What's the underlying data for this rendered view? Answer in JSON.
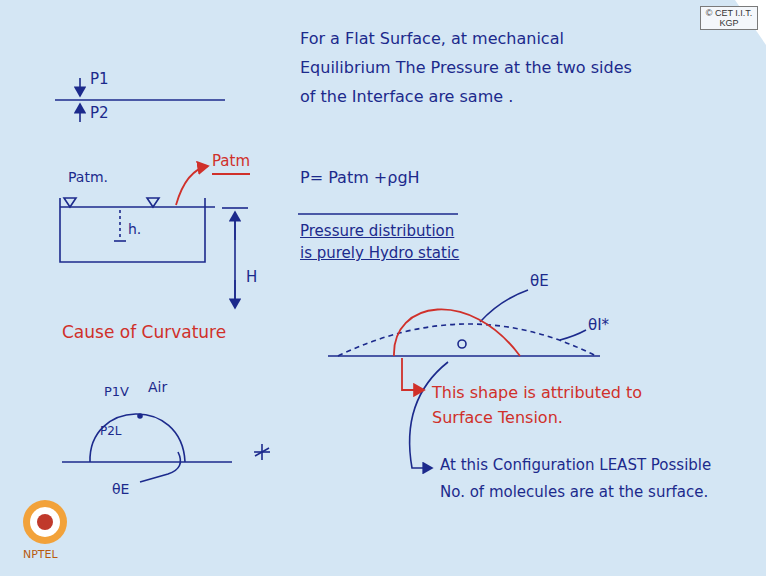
{
  "diagram": {
    "nodes": [
      {
        "text": [
          "© CET I.I.T. KGP"
        ]
      }
    ],
    "labels": [
      "For a Flat Surface, at mechanical Equilibrium The Pressure at the two sides of the Interface are same .",
      "P1",
      "P2",
      "Patm.",
      "Patm",
      "h.",
      "H",
      "P= Patm +ρgH",
      "Pressure distribution is purely Hydro static",
      "Cause of Curvature",
      "θE",
      "θI*",
      "This shape is attributed to Surface Tension.",
      "At this Configuration LEAST Possible No. of molecules are at the surface.",
      "P1V",
      "Air",
      "P2L",
      "θE",
      "NPTEL"
    ]
  }
}
